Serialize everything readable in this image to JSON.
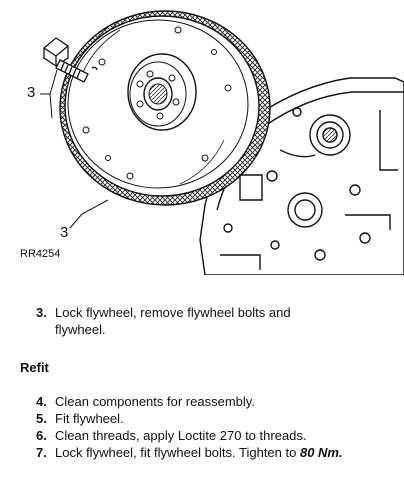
{
  "figure": {
    "callout_top": "3",
    "callout_bottom": "3",
    "reference": "RR4254"
  },
  "removal_steps": [
    {
      "number": "3.",
      "text": "Lock flywheel, remove flywheel bolts and flywheel."
    }
  ],
  "refit": {
    "heading": "Refit",
    "steps": [
      {
        "number": "4.",
        "text": "Clean components for reassembly."
      },
      {
        "number": "5.",
        "text": "Fit flywheel."
      },
      {
        "number": "6.",
        "text": "Clean threads, apply Loctite 270 to threads."
      },
      {
        "number": "7.",
        "text": "Lock flywheel, fit flywheel bolts.  Tighten to ",
        "torque": "80 Nm."
      }
    ]
  }
}
